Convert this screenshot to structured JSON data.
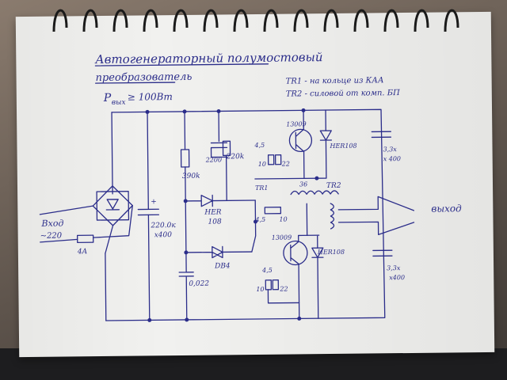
{
  "title_line1": "Автогенераторный полумостовый",
  "title_line2": "преобразователь",
  "power_label": "P",
  "power_sub": "вых",
  "power_value": "≥ 100Вт",
  "note_tr1": "TR1 - на кольце из КАА",
  "note_tr2": "TR2 - силовой от комп. БП",
  "input_label": "Вход",
  "input_value": "~220",
  "fuse_label": "4A",
  "output_label": "выход",
  "cap_main": "220.0к",
  "cap_main_v": "x400",
  "cap_top": "3,3х",
  "cap_top_v": "х 400",
  "cap_bot": "3,3х",
  "cap_bot_v": "х400",
  "r_390k": "390k",
  "r_220k": "220k",
  "c_2200": "2200",
  "d_her108": "HER",
  "d_her108_b": "108",
  "d_db4": "DB4",
  "c_0022": "0,022",
  "q_top": "13009",
  "q_bot": "13009",
  "her_top": "HER108",
  "her_bot": "HER108",
  "r_4_5_top": "4,5",
  "r_10_top": "10",
  "r_22_top": "22",
  "r_4_5_bot": "4,5",
  "r_10_bot": "10",
  "r_22_bot": "22",
  "r_10_mid": "10",
  "r_4_5_mid": "4,5",
  "tr1": "TR1",
  "tr2": "TR2",
  "w36": "36",
  "ink_color": "#2b2d8a"
}
